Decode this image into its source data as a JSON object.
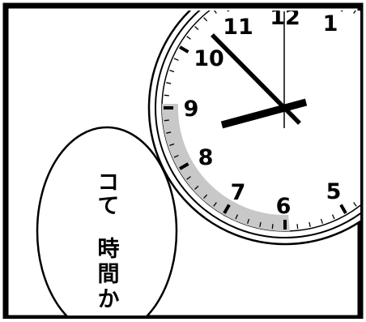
{
  "manga_panel": {
    "clock": {
      "numerals": [
        "12",
        "1",
        "5",
        "6",
        "7",
        "8",
        "9",
        "10",
        "11"
      ],
      "time_shown": "8:52"
    },
    "speech_bubble": {
      "lines": [
        "コて",
        "時間か"
      ]
    }
  }
}
